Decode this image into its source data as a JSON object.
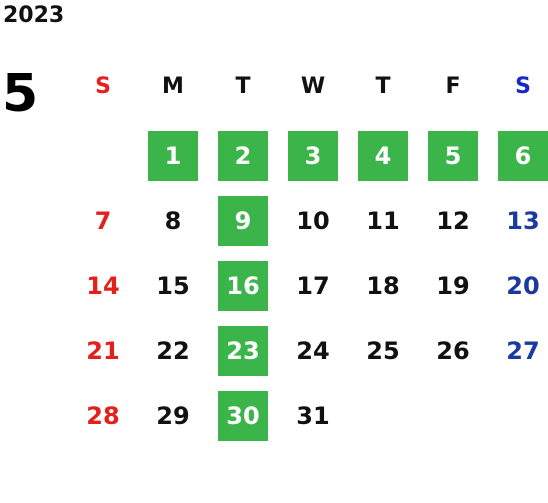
{
  "calendar": {
    "year": "2023",
    "month": "5",
    "weekday_headers": [
      "S",
      "M",
      "T",
      "W",
      "T",
      "F",
      "S"
    ],
    "colors": {
      "highlight": "#3bb54a",
      "sunday": "#e3201b",
      "saturday_header": "#1528c8",
      "saturday_days": "#1a3aa0",
      "weekday": "#111111"
    },
    "first_weekday_index": 1,
    "days": [
      {
        "label": "1",
        "highlighted": true
      },
      {
        "label": "2",
        "highlighted": true
      },
      {
        "label": "3",
        "highlighted": true
      },
      {
        "label": "4",
        "highlighted": true
      },
      {
        "label": "5",
        "highlighted": true
      },
      {
        "label": "6",
        "highlighted": true
      },
      {
        "label": "7",
        "highlighted": false
      },
      {
        "label": "8",
        "highlighted": false
      },
      {
        "label": "9",
        "highlighted": true
      },
      {
        "label": "10",
        "highlighted": false
      },
      {
        "label": "11",
        "highlighted": false
      },
      {
        "label": "12",
        "highlighted": false
      },
      {
        "label": "13",
        "highlighted": false
      },
      {
        "label": "14",
        "highlighted": false
      },
      {
        "label": "15",
        "highlighted": false
      },
      {
        "label": "16",
        "highlighted": true
      },
      {
        "label": "17",
        "highlighted": false
      },
      {
        "label": "18",
        "highlighted": false
      },
      {
        "label": "19",
        "highlighted": false
      },
      {
        "label": "20",
        "highlighted": false
      },
      {
        "label": "21",
        "highlighted": false
      },
      {
        "label": "22",
        "highlighted": false
      },
      {
        "label": "23",
        "highlighted": true
      },
      {
        "label": "24",
        "highlighted": false
      },
      {
        "label": "25",
        "highlighted": false
      },
      {
        "label": "26",
        "highlighted": false
      },
      {
        "label": "27",
        "highlighted": false
      },
      {
        "label": "28",
        "highlighted": false
      },
      {
        "label": "29",
        "highlighted": false
      },
      {
        "label": "30",
        "highlighted": true
      },
      {
        "label": "31",
        "highlighted": false
      }
    ]
  }
}
